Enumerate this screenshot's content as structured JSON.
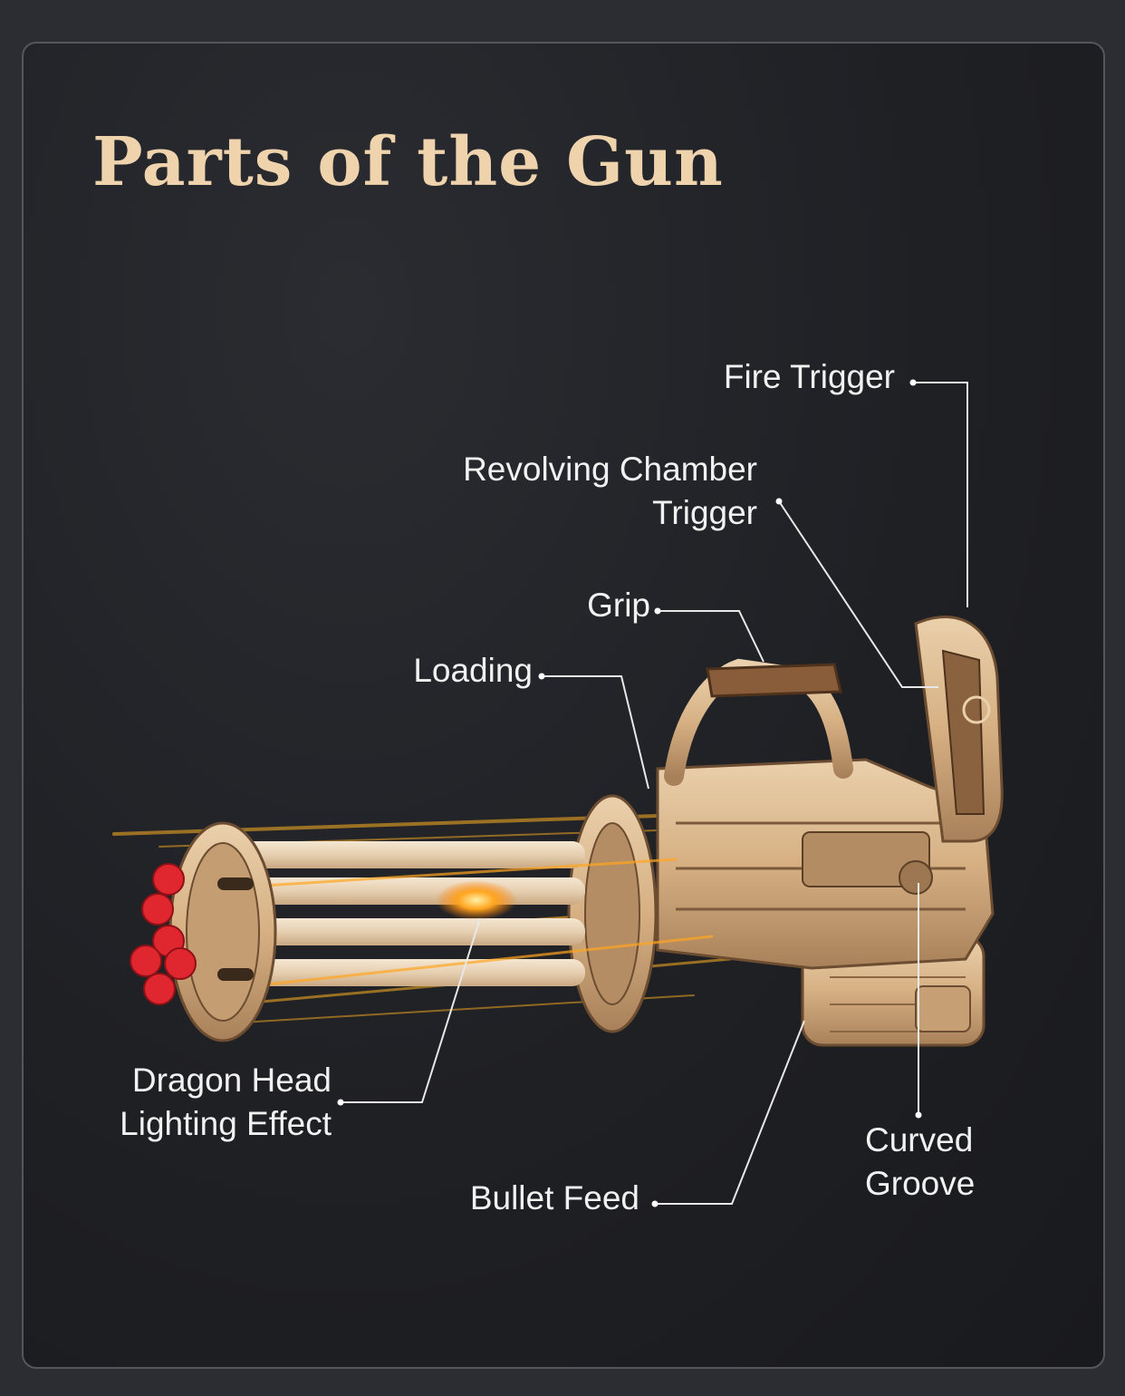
{
  "title": "Parts of the Gun",
  "colors": {
    "background": "#1f2024",
    "title": "#efd3ad",
    "label": "#f1f1f1",
    "leader_line": "#e8e8e8",
    "wood": "#d9b48a",
    "nozzle": "#e0262e",
    "flame": "#ffa51f"
  },
  "labels": {
    "fire_trigger": "Fire Trigger",
    "revolving_chamber_trigger": [
      "Revolving Chamber",
      "Trigger"
    ],
    "grip": "Grip",
    "loading": "Loading",
    "dragon_head_lighting_effect": [
      "Dragon Head",
      "Lighting Effect"
    ],
    "bullet_feed": "Bullet Feed",
    "curved_groove": [
      "Curved",
      "Groove"
    ]
  }
}
